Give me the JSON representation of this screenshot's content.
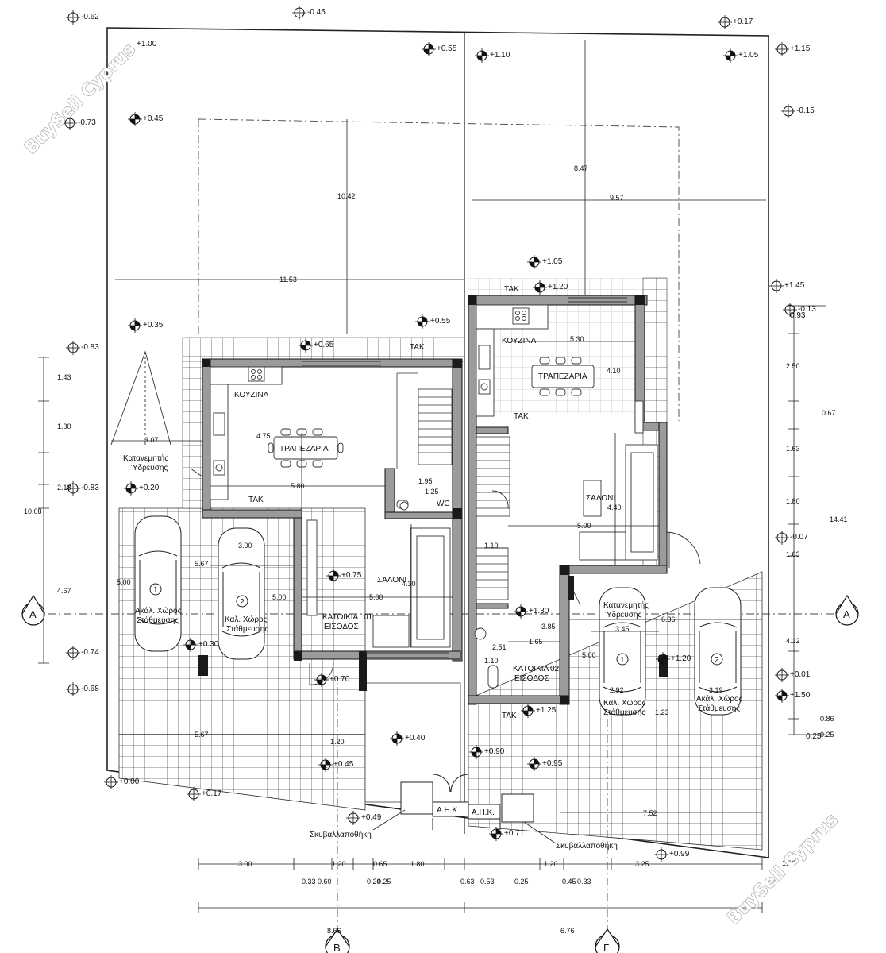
{
  "watermark": "BuySell Cyprus",
  "colors": {
    "wall": "#9b9b9b",
    "wall_dark": "#1a1a1a",
    "line": "#222222",
    "tile": "#555555"
  },
  "levels": [
    "-0.62",
    "-0.45",
    "+0.17",
    "+0.55",
    "+1.10",
    "+1.05",
    "+1.15",
    "-0.15",
    "-0.73",
    "+0.45",
    "+1.00",
    "+1.05",
    "+1.20",
    "+1.45",
    "-0.13",
    "0.93",
    "+0.35",
    "+0.55",
    "+0.65",
    "-0.83",
    "-0.83",
    "+0.20",
    "+0.75",
    "+1.30",
    "+1.20",
    "-0.74",
    "-0.68",
    "+0.30",
    "+0.70",
    "+1.25",
    "+0.40",
    "+0.90",
    "+0.95",
    "+0.45",
    "+0.00",
    "+0.17",
    "+0.49",
    "+0.71",
    "+0.99",
    "-0.07",
    "+0.01",
    "+1.50",
    "0.25"
  ],
  "rooms": {
    "kitchen": "ΚΟΥΖΙΝΑ",
    "dining": "ΤΡΑΠΕΖΑΡΙΑ",
    "living": "ΣΑΛΟΝΙ",
    "wc": "WC",
    "tak": "ΤΑΚ",
    "entrance1": "ΚΑΤΟΙΚΙΑ",
    "entrance2": "ΕΙΣΟΔΟΣ",
    "unit1": "01",
    "unit2": "02",
    "water_top": "Κατανεμητής",
    "water_bottom": "Ύδρευσης",
    "parking_uncovered_1": "Ακάλ. Χώρος",
    "parking_uncovered_2": "Στάθμευσης",
    "parking_covered_1": "Καλ. Χώρος",
    "parking_covered_2": "Στάθμευσης",
    "ahk": "Α.Η.Κ.",
    "bin": "Σκυβαλλαποθήκη",
    "car1": "1",
    "car2": "2",
    "sectionA": "Α",
    "sectionB": "Β",
    "sectionG": "Γ"
  },
  "dims": {
    "d1053": "10.42",
    "d847": "8.47",
    "d957": "9.57",
    "d1153": "11.53",
    "d530": "5.30",
    "d410": "4.10",
    "d475": "4.75",
    "d580": "5.80",
    "d195": "1.95",
    "d125": "1.25",
    "d307": "3.07",
    "d500a": "5.00",
    "d567": "5.67",
    "d300": "3.00",
    "d500b": "5.00",
    "d500c": "5.00",
    "d430": "4.30",
    "d440": "4.40",
    "d500d": "5.00",
    "d110a": "1.10",
    "d636": "6.36",
    "d345": "3.45",
    "d385": "3.85",
    "d165": "1.65",
    "d251": "2.51",
    "d110b": "1.10",
    "d500e": "5.00",
    "d292": "2.92",
    "d319": "3.19",
    "d123": "1.23",
    "d120": "1.20",
    "d567b": "5.67",
    "d752": "7.52",
    "l143": "1.43",
    "l180": "1.80",
    "l218": "2.18",
    "l1008": "10.08",
    "l467": "4.67",
    "r250": "2.50",
    "r067": "0.67",
    "r163a": "1.63",
    "r180": "1.80",
    "r163b": "1.63",
    "r1441": "14.41",
    "r412": "4.12",
    "r086": "0.86",
    "r025": "0.25",
    "b300": "3.00",
    "b120a": "1.20",
    "b065": "0.65",
    "b180": "1.80",
    "b120b": "1.20",
    "b325": "3.25",
    "s033": "0.33",
    "s060": "0.60",
    "s020": "0.20",
    "s025a": "0.25",
    "s063": "0.63",
    "s053": "0.53",
    "s025b": "0.25",
    "s045": "0.45",
    "s033b": "0.33",
    "s113": "1.13",
    "b866": "8.66",
    "b676": "6.76"
  }
}
